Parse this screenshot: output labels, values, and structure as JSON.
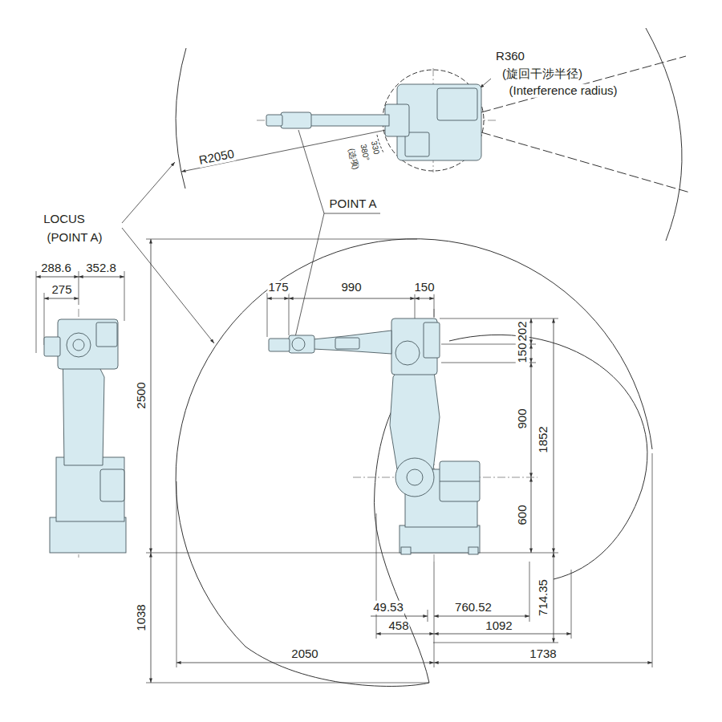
{
  "diagram": {
    "labels": [
      "R360",
      "(旋回干涉半径)",
      "(Interference radius)",
      "R2050",
      "330",
      "380°",
      "(选项)",
      "POINT A",
      "LOCUS",
      "(POINT A)",
      "288.6",
      "352.8",
      "275",
      "2500",
      "1038",
      "175",
      "990",
      "150",
      "202",
      "150",
      "900",
      "1852",
      "600",
      "49.53",
      "760.52",
      "458",
      "1092",
      "714.35",
      "2050",
      "1738"
    ]
  }
}
